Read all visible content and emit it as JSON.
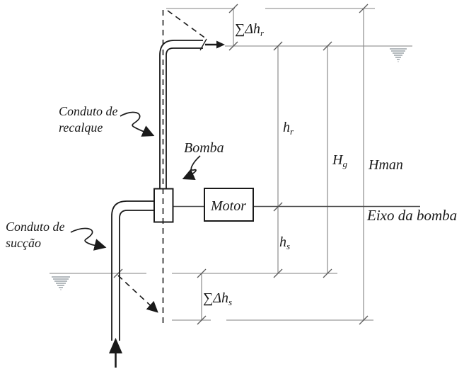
{
  "figure": {
    "labels": {
      "discharge_pipe": {
        "line1": "Conduto de",
        "line2": "recalque"
      },
      "suction_pipe": {
        "line1": "Conduto de",
        "line2": "sucção"
      },
      "pump": "Bomba",
      "motor": "Motor",
      "pump_axis": "Eixo da bomba"
    },
    "dimensions": {
      "discharge_losses": {
        "main": "∑Δh",
        "sub": "r"
      },
      "suction_losses": {
        "main": "∑Δh",
        "sub": "s"
      },
      "discharge_head": {
        "main": "h",
        "sub": "r"
      },
      "suction_head": {
        "main": "h",
        "sub": "s"
      },
      "geometric_head": {
        "main": "H",
        "sub": "g"
      },
      "manometric_head": "Hman"
    },
    "colors": {
      "ink": "#1a1a1a",
      "dim_line": "#8c8c8c",
      "ref_line": "#9a9a9a",
      "axis_line": "#4d4d4d",
      "tick": "#5a5a5a",
      "water_symbol": "#b4babe",
      "background": "#ffffff"
    }
  }
}
